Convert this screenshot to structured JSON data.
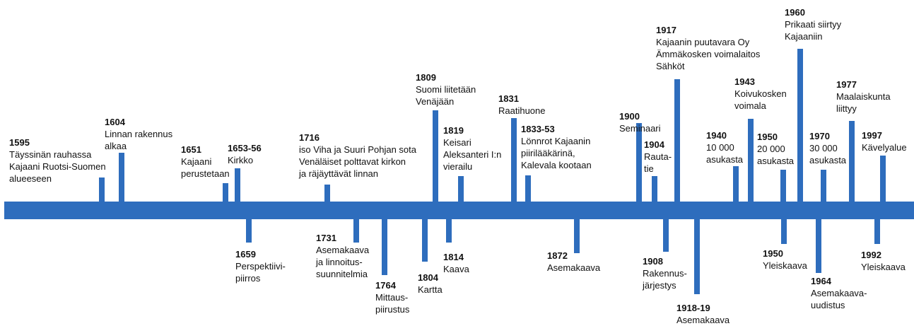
{
  "colors": {
    "axis": "#2e6dbd",
    "tick": "#2e6dbd",
    "text": "#111111"
  },
  "events": [
    {
      "year": "1595",
      "lines": [
        "Täyssinän rauhassa",
        "Kajaani Ruotsi-Suomen",
        "alueeseen"
      ],
      "side": "top"
    },
    {
      "year": "1604",
      "lines": [
        "Linnan rakennus",
        "alkaa"
      ],
      "side": "top"
    },
    {
      "year": "1651",
      "lines": [
        "Kajaani",
        "perustetaan"
      ],
      "side": "top"
    },
    {
      "year": "1653-56",
      "lines": [
        "Kirkko"
      ],
      "side": "top"
    },
    {
      "year": "1659",
      "lines": [
        "Perspektiivi-",
        "piirros"
      ],
      "side": "bottom"
    },
    {
      "year": "1716",
      "lines": [
        "iso Viha ja Suuri Pohjan sota",
        "Venäläiset polttavat kirkon",
        "ja räjäyttävät linnan"
      ],
      "side": "top"
    },
    {
      "year": "1731",
      "lines": [
        "Asemakaava",
        "ja linnoitus-",
        "suunnitelmia"
      ],
      "side": "bottom"
    },
    {
      "year": "1764",
      "lines": [
        "Mittaus-",
        "piirustus"
      ],
      "side": "bottom"
    },
    {
      "year": "1804",
      "lines": [
        "Kartta"
      ],
      "side": "bottom"
    },
    {
      "year": "1809",
      "lines": [
        "Suomi liitetään",
        "Venäjään"
      ],
      "side": "top"
    },
    {
      "year": "1814",
      "lines": [
        "Kaava"
      ],
      "side": "bottom"
    },
    {
      "year": "1819",
      "lines": [
        "Keisari",
        "Aleksanteri I:n",
        "vierailu"
      ],
      "side": "top"
    },
    {
      "year": "1831",
      "lines": [
        "Raatihuone"
      ],
      "side": "top"
    },
    {
      "year": "1833-53",
      "lines": [
        "Lönnrot Kajaanin",
        "piirilääkärinä,",
        "Kalevala kootaan"
      ],
      "side": "top"
    },
    {
      "year": "1872",
      "lines": [
        "Asemakaava"
      ],
      "side": "bottom"
    },
    {
      "year": "1900",
      "lines": [
        "Seminaari"
      ],
      "side": "top"
    },
    {
      "year": "1904",
      "lines": [
        "Rauta-",
        "tie"
      ],
      "side": "top"
    },
    {
      "year": "1908",
      "lines": [
        "Rakennus-",
        "järjestys"
      ],
      "side": "bottom"
    },
    {
      "year": "1917",
      "lines": [
        "Kajaanin puutavara Oy",
        "Ämmäkosken voimalaitos",
        "Sähköt"
      ],
      "side": "top"
    },
    {
      "year": "1918-19",
      "lines": [
        "Asemakaava"
      ],
      "side": "bottom"
    },
    {
      "year": "1940",
      "lines": [
        "10 000",
        "asukasta"
      ],
      "side": "top"
    },
    {
      "year": "1943",
      "lines": [
        "Koivukosken",
        "voimala"
      ],
      "side": "top"
    },
    {
      "year": "1950",
      "lines": [
        "20 000",
        "asukasta"
      ],
      "side": "top"
    },
    {
      "year": "1950",
      "lines": [
        "Yleiskaava"
      ],
      "side": "bottom"
    },
    {
      "year": "1960",
      "lines": [
        "Prikaati siirtyy",
        "Kajaaniin"
      ],
      "side": "top"
    },
    {
      "year": "1964",
      "lines": [
        "Asemakaava-",
        "uudistus"
      ],
      "side": "bottom"
    },
    {
      "year": "1970",
      "lines": [
        "30 000",
        "asukasta"
      ],
      "side": "top"
    },
    {
      "year": "1977",
      "lines": [
        "Maalaiskunta",
        "liittyy"
      ],
      "side": "top"
    },
    {
      "year": "1992",
      "lines": [
        "Yleiskaava"
      ],
      "side": "bottom"
    },
    {
      "year": "1997",
      "lines": [
        "Kävelyalue"
      ],
      "side": "top"
    }
  ]
}
